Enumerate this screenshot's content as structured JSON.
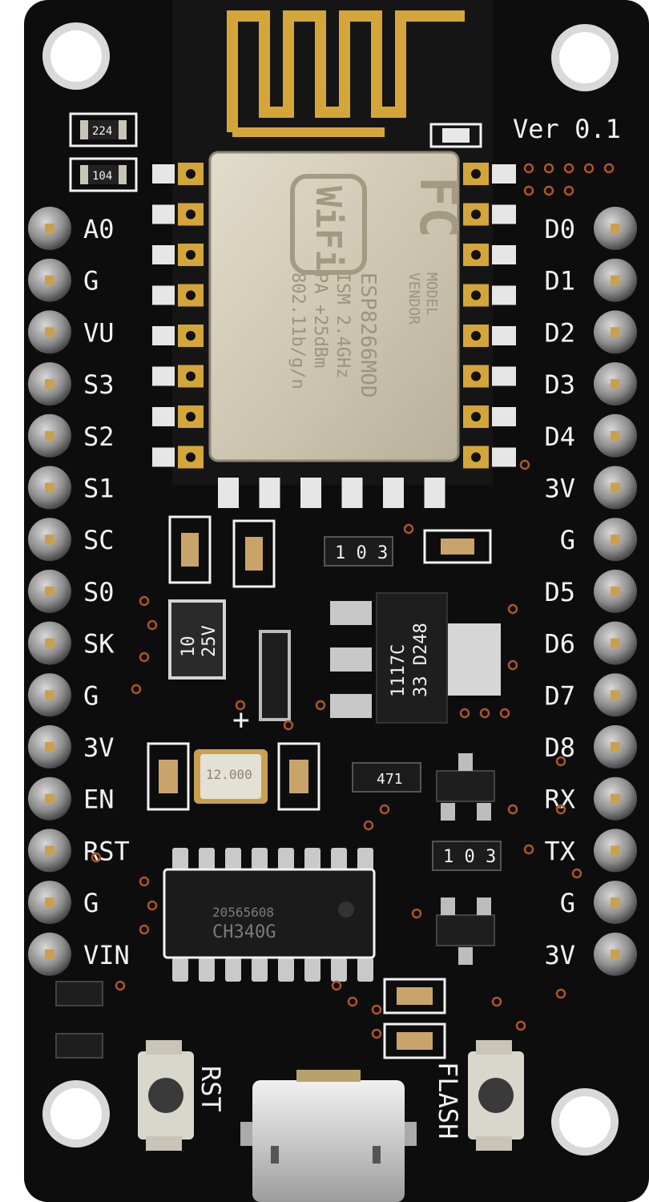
{
  "board": {
    "version_label": "Ver 0.1",
    "left_pins": [
      "A0",
      "G",
      "VU",
      "S3",
      "S2",
      "S1",
      "SC",
      "S0",
      "SK",
      "G",
      "3V",
      "EN",
      "RST",
      "G",
      "VIN"
    ],
    "right_pins": [
      "D0",
      "D1",
      "D2",
      "D3",
      "D4",
      "3V",
      "G",
      "D5",
      "D6",
      "D7",
      "D8",
      "RX",
      "TX",
      "G",
      "3V"
    ],
    "rst_label": "RST",
    "flash_label": "FLASH",
    "module": {
      "fcc": "FC",
      "model_line1": "MODEL",
      "model_line2": "VENDOR",
      "chip": "ESP8266MOD",
      "band": "ISM 2.4GHz",
      "power": "PA +25dBm",
      "standard": "802.11b/g/n",
      "wifi_logo": "WiFi"
    },
    "regulator": {
      "line1": "1117C",
      "line2": "33 D248"
    },
    "capacitor": {
      "line1": "10",
      "line2": "25V"
    },
    "crystal": "12.000",
    "usb_chip": {
      "line1": "CH340G",
      "line2": "20565608"
    },
    "resistor_labels": {
      "r224": "224",
      "r104": "104",
      "r103a": "1 0 3",
      "r471": "471",
      "r103b": "1 0 3"
    },
    "plus_sign": "+",
    "colors": {
      "pcb": "#0d0d0d",
      "silkscreen": "#f2f2f2",
      "gold": "#d4a63a",
      "metal": "#c8c4b8",
      "pin": "#9a9a9a"
    }
  }
}
